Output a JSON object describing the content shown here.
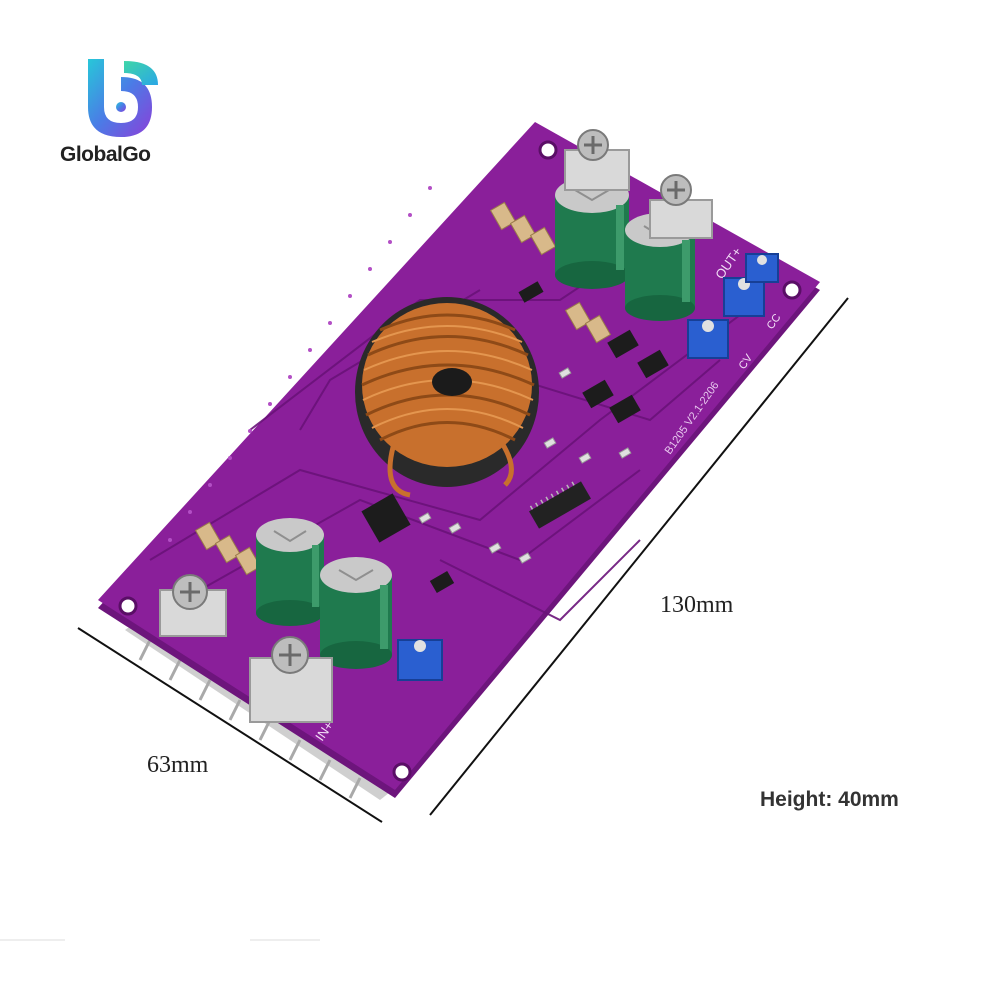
{
  "brand": {
    "name": "GlobalGo"
  },
  "dimensions": {
    "length": "130mm",
    "width": "63mm",
    "height": "Height: 40mm"
  },
  "board": {
    "pcb_text": "B1205 V2.1-2206",
    "out_plus_label": "OUT+",
    "in_plus_label": "IN+",
    "cv_label": "CV",
    "cc_label": "CC"
  },
  "colors": {
    "pcb": "#8a1f9a",
    "pcb_dark": "#6d157c",
    "copper": "#c8702d",
    "capacitor": "#1f7a4e",
    "trimmer": "#2a5fd0",
    "heatsink": "#d8d8d8"
  }
}
